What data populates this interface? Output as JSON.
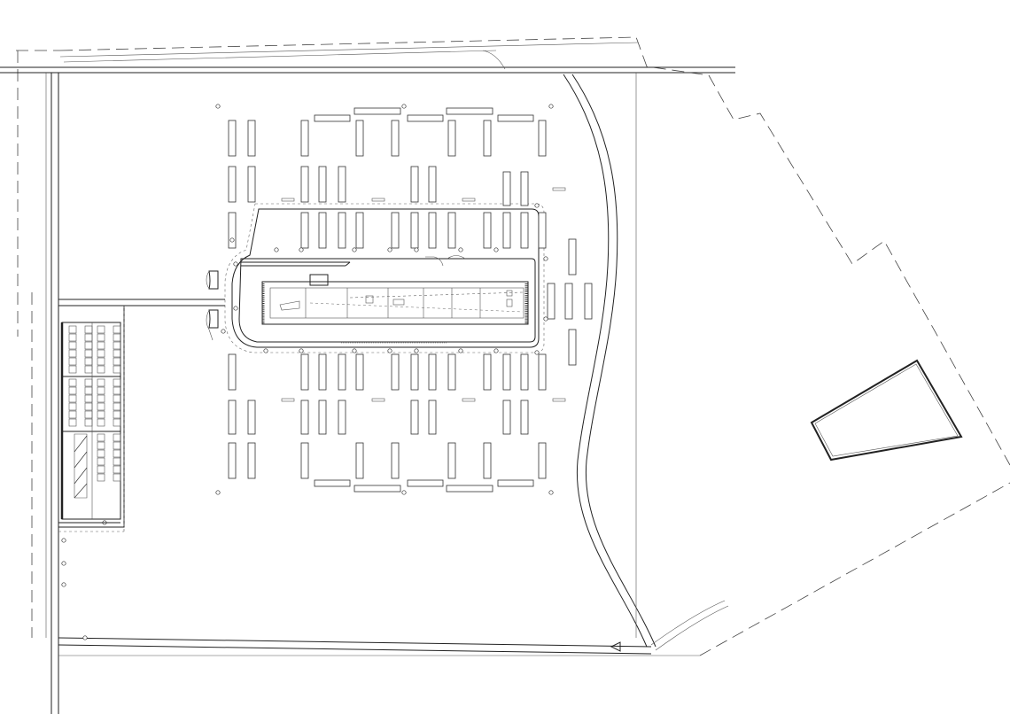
{
  "drawing": {
    "note_label": "",
    "colors": {
      "line": "#222222",
      "paper": "#ffffff"
    },
    "elements": [
      "site-boundary",
      "access-road",
      "central-building",
      "parking-stalls",
      "west-building",
      "isolated-building"
    ]
  }
}
